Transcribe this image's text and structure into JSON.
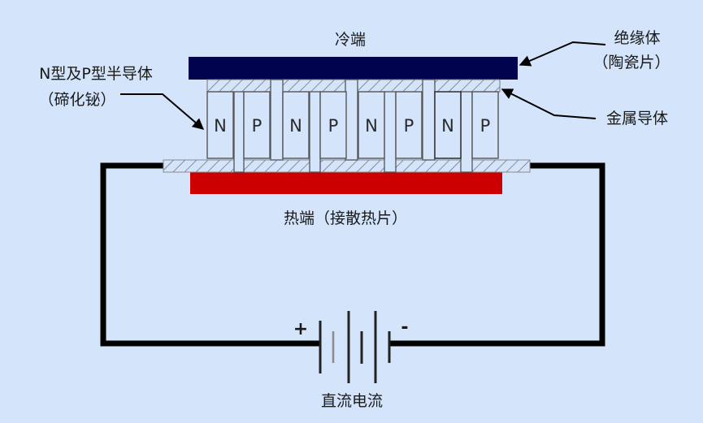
{
  "title": "Thermoelectric (Peltier) module diagram",
  "colors": {
    "background": "#d3e4fb",
    "cold_plate": "#02034f",
    "hot_plate": "#cc0000",
    "wire": "#000000",
    "leg_border": "#555555",
    "hatch": "#6a6a6a"
  },
  "labels": {
    "cold_end": "冷端",
    "hot_end": "热端（接散热片）",
    "semiconductor_line1": "N型及P型半导体",
    "semiconductor_line2": "（碲化铋）",
    "insulator_line1": "绝缘体",
    "insulator_line2": "（陶瓷片）",
    "metal_conductor": "金属导体",
    "dc_current": "直流电流",
    "plus": "+",
    "minus": "-"
  },
  "legs": [
    "N",
    "P",
    "N",
    "P",
    "N",
    "P",
    "N",
    "P"
  ]
}
